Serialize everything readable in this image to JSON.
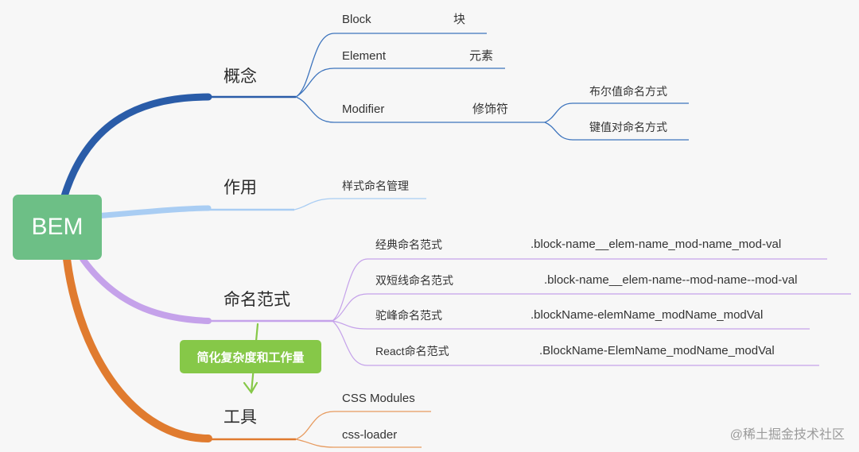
{
  "root": {
    "label": "BEM"
  },
  "branches": {
    "concept": {
      "label": "概念",
      "color": "#2a5ca8",
      "children": {
        "block": {
          "label": "Block",
          "note": "块"
        },
        "element": {
          "label": "Element",
          "note": "元素"
        },
        "modifier": {
          "label": "Modifier",
          "note": "修饰符",
          "children": [
            "布尔值命名方式",
            "键值对命名方式"
          ]
        }
      }
    },
    "purpose": {
      "label": "作用",
      "color": "#a9cdf3",
      "children": [
        "样式命名管理"
      ]
    },
    "naming": {
      "label": "命名范式",
      "color": "#c5a2ea",
      "children": [
        {
          "label": "经典命名范式",
          "example": ".block-name__elem-name_mod-name_mod-val"
        },
        {
          "label": "双短线命名范式",
          "example": ".block-name__elem-name--mod-name--mod-val"
        },
        {
          "label": "驼峰命名范式",
          "example": ".blockName-elemName_modName_modVal"
        },
        {
          "label": "React命名范式",
          "example": ".BlockName-ElemName_modName_modVal"
        }
      ]
    },
    "tools": {
      "label": "工具",
      "color": "#e07b2f",
      "children": [
        "CSS Modules",
        "css-loader"
      ]
    }
  },
  "relation": {
    "label": "简化复杂度和工作量",
    "color": "#86c848"
  },
  "watermark": "@稀土掘金技术社区"
}
